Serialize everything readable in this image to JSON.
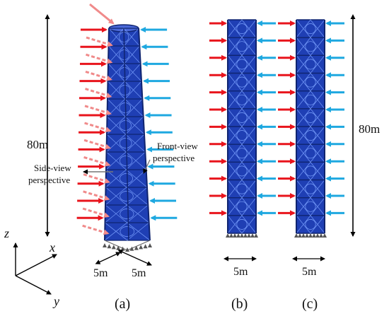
{
  "labels": {
    "height_left": "80m",
    "height_right": "80m",
    "side_view": "Side-view\nperspective",
    "front_view": "Front-view\nperspective",
    "dim_a_left": "5m",
    "dim_a_right": "5m",
    "dim_b": "5m",
    "dim_c": "5m",
    "panel_a": "(a)",
    "panel_b": "(b)",
    "panel_c": "(c)",
    "axis_x": "x",
    "axis_y": "y",
    "axis_z": "z"
  },
  "colors": {
    "tower": "#1f3fb4",
    "tower_dark": "#0f2470",
    "lattice": "#7aa0ff",
    "force_left": "#e8141c",
    "force_left_light": "#f08a8a",
    "force_right": "#1ea8e0",
    "dim_line": "#000000",
    "base_support": "#555555"
  },
  "tower_levels": 12
}
